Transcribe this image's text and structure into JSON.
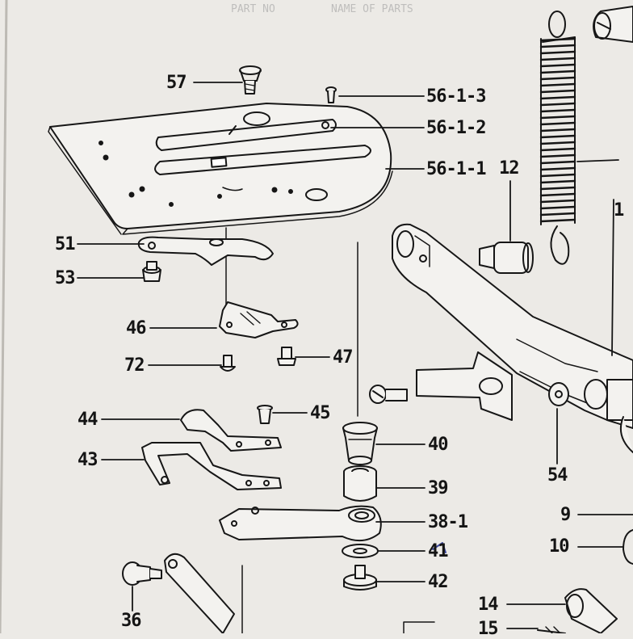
{
  "colors": {
    "paper": "#eceae6",
    "ink": "#161616",
    "fill": "#f3f2ef"
  },
  "labels": {
    "p57": "57",
    "p56_1_3": "56-1-3",
    "p56_1_2": "56-1-2",
    "p56_1_1": "56-1-1",
    "p12": "12",
    "p1": "1",
    "p51": "51",
    "p53": "53",
    "p46": "46",
    "p72": "72",
    "p47": "47",
    "p45": "45",
    "p44": "44",
    "p43": "43",
    "p40": "40",
    "p39": "39",
    "p38_1": "38-1",
    "p41": "41",
    "p42": "42",
    "p54": "54",
    "p9": "9",
    "p10": "10",
    "p36": "36",
    "p14": "14",
    "p15": "15"
  },
  "bleed_through": {
    "t1": "PART NO",
    "t2": "NAME OF PARTS"
  }
}
